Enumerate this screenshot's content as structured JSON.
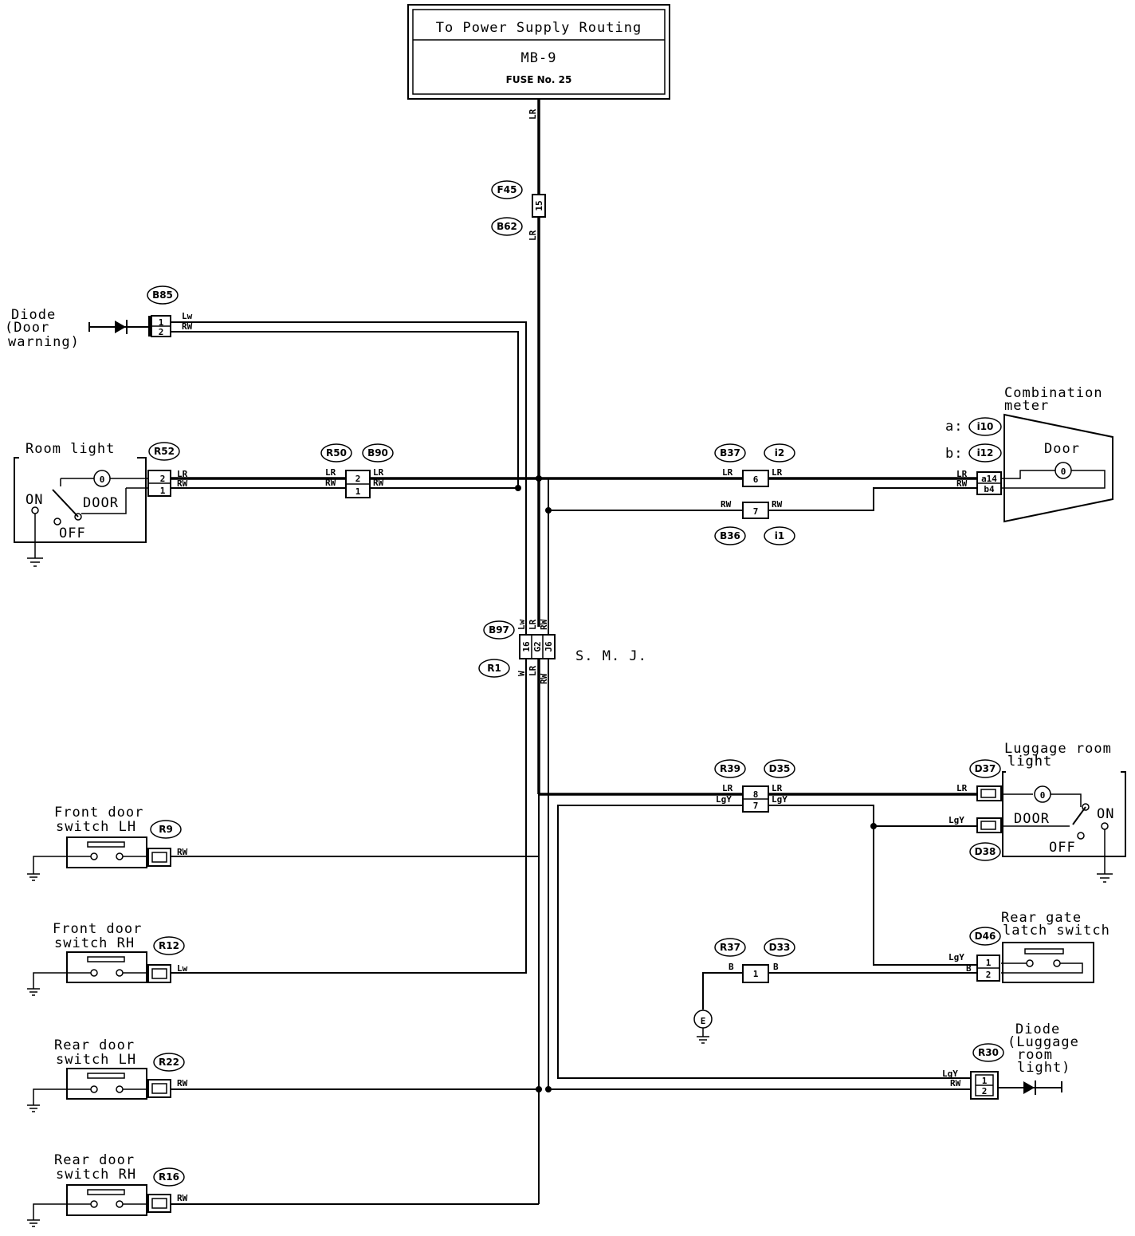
{
  "power": {
    "title": "To Power Supply Routing",
    "mb": "MB-9",
    "fuse": "FUSE No. 25"
  },
  "wire_colors": {
    "lr": "LR",
    "rw": "RW",
    "lw": "Lw",
    "w": "W",
    "lgy": "LgY",
    "b": "B"
  },
  "connectors": {
    "f45": "F45",
    "b62": "B62",
    "b85": "B85",
    "r52": "R52",
    "r50": "R50",
    "b90": "B90",
    "b37": "B37",
    "i2": "i2",
    "b36": "B36",
    "i1": "i1",
    "i10": "i10",
    "i12": "i12",
    "b97": "B97",
    "r1": "R1",
    "r39": "R39",
    "d35": "D35",
    "d37": "D37",
    "d38": "D38",
    "r9": "R9",
    "r12": "R12",
    "r22": "R22",
    "r16": "R16",
    "r37": "R37",
    "d33": "D33",
    "d46": "D46",
    "r30": "R30"
  },
  "pins": {
    "p15": "15",
    "p1": "1",
    "p2": "2",
    "p6": "6",
    "p7": "7",
    "p8": "8",
    "a14": "a14",
    "b4": "b4",
    "p16": "16",
    "g2": "G2",
    "j6": "J6",
    "a": "a:",
    "b": "b:"
  },
  "components": {
    "diode_door": [
      "Diode",
      "(Door",
      "warning)"
    ],
    "room_light": "Room light",
    "room_on": "ON",
    "room_off": "OFF",
    "room_door": "DOOR",
    "combination_meter": [
      "Combination",
      "meter"
    ],
    "meter_door": "Door",
    "smj": "S. M. J.",
    "luggage_light": [
      "Luggage room",
      "light"
    ],
    "luggage_door": "DOOR",
    "luggage_on": "ON",
    "luggage_off": "OFF",
    "front_lh": [
      "Front door",
      "switch LH"
    ],
    "front_rh": [
      "Front door",
      "switch RH"
    ],
    "rear_lh": [
      "Rear door",
      "switch LH"
    ],
    "rear_rh": [
      "Rear door",
      "switch RH"
    ],
    "rear_gate": [
      "Rear gate",
      "latch switch"
    ],
    "diode_luggage": [
      "Diode",
      "(Luggage",
      "room",
      "light)"
    ],
    "ground_e": "E"
  }
}
